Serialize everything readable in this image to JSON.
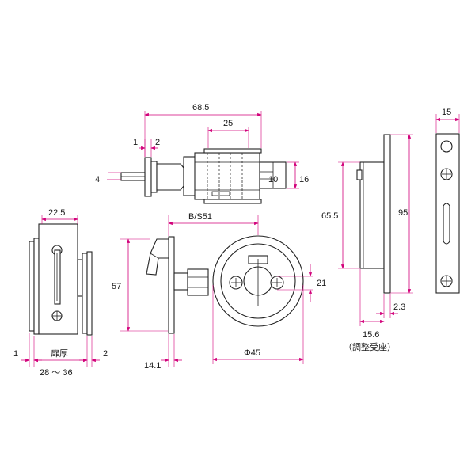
{
  "dimensions": {
    "total_length": "68.5",
    "body_length": "25",
    "plate_left": "1",
    "plate_right": "2",
    "bolt_height": "4",
    "latch_width": "10",
    "latch_height": "16",
    "backset": "B/S51",
    "front_width": "22.5",
    "knob_height": "57",
    "hole_spacing": "21",
    "base_width": "14.1",
    "escutcheon_diameter": "Φ45",
    "door_thickness_label": "扉厚",
    "door_thickness_range": "28 ～ 36",
    "left_gap": "1",
    "right_gap": "2",
    "strike_height_inner": "65.5",
    "strike_height_outer": "95",
    "strike_width": "15",
    "strike_offset": "2.3",
    "strike_depth": "15.6",
    "strike_note": "（調整受座）"
  },
  "colors": {
    "outline": "#222222",
    "dimension": "#d2007a"
  }
}
